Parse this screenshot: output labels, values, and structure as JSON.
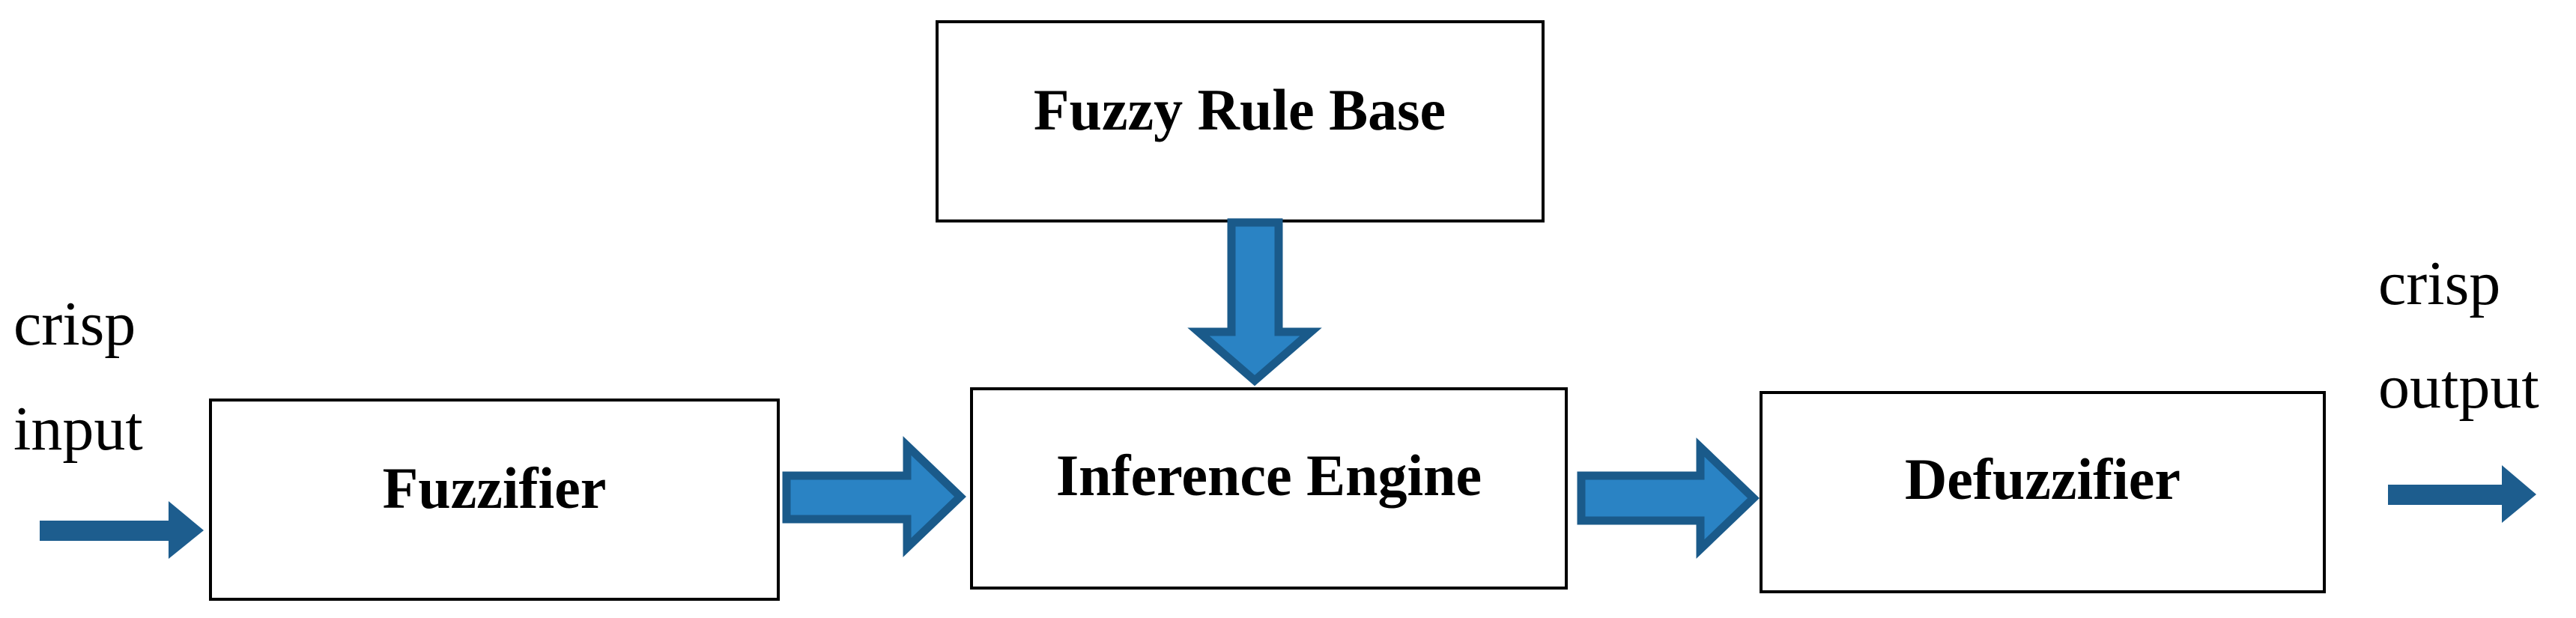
{
  "diagram": {
    "boxes": {
      "rule_base": "Fuzzy Rule Base",
      "fuzzifier": "Fuzzifier",
      "inference": "Inference Engine",
      "defuzzifier": "Defuzzifier"
    },
    "input_label": {
      "line1": "crisp",
      "line2": "input"
    },
    "output_label": {
      "line1": "crisp",
      "line2": "output"
    },
    "colors": {
      "arrow_fill": "#2a83c4",
      "arrow_outline": "#1a5a8a",
      "io_arrow": "#1d5d8e"
    }
  }
}
